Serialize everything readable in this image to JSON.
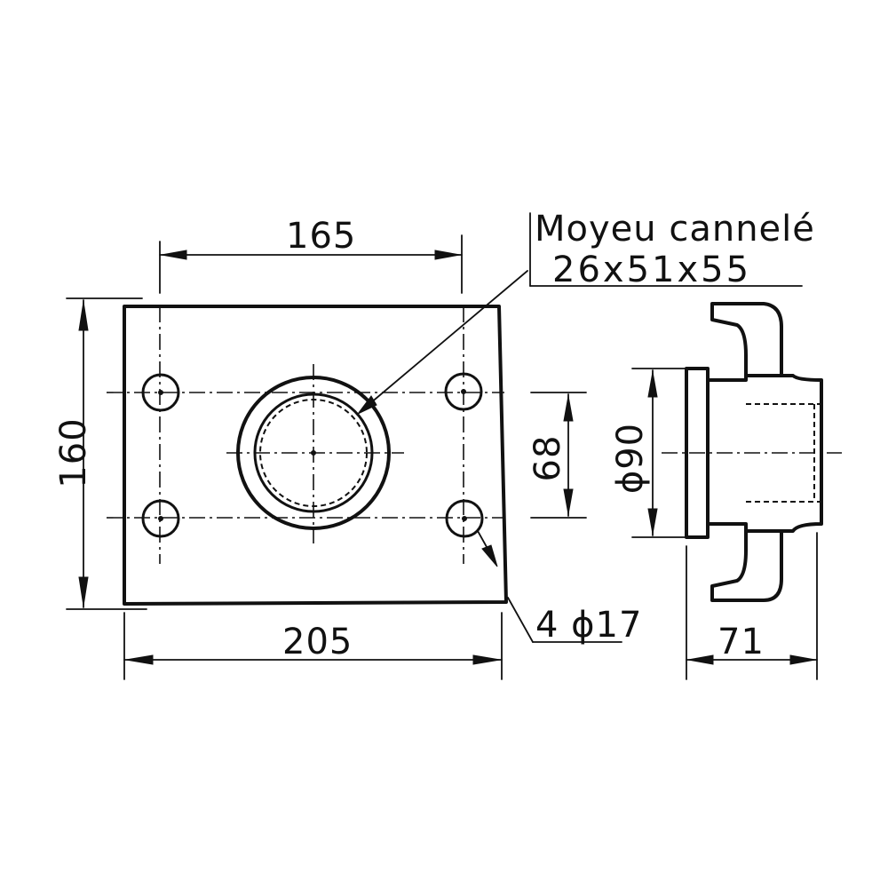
{
  "labels": {
    "dim_hole_spacing_h": "165",
    "dim_plate_height": "160",
    "dim_plate_width": "205",
    "dim_hole_spacing_v": "68",
    "dim_flange_diameter": "ϕ90",
    "dim_hub_length": "71",
    "hub_title": "Moyeu cannelé",
    "hub_spec": "26x51x55",
    "holes_spec": "4 ϕ17"
  },
  "colors": {
    "ink": "#111111",
    "paper": "#ffffff"
  }
}
